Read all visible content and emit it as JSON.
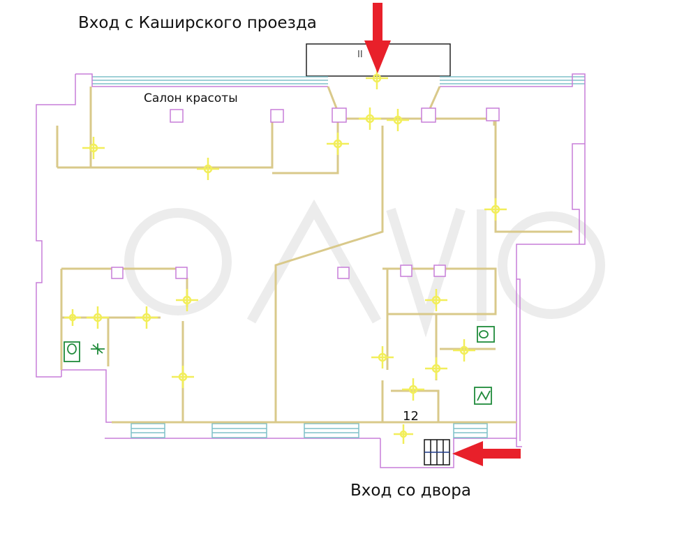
{
  "labels": {
    "entrance_top": "Вход с Каширского проезда",
    "salon": "Салон красоты",
    "room_number": "12",
    "entrance_yard": "Вход со двора",
    "vestibule_mark": "II"
  },
  "colors": {
    "wall_outer": "#c77dd8",
    "wall_inner": "#d9c98a",
    "window": "#7ec0c8",
    "light_fixture": "#f2ee5a",
    "arrow": "#e8202a",
    "fixture_green": "#1f8a3a",
    "watermark": "#e8e8e8"
  },
  "icons": [
    "arrow-down-icon",
    "arrow-left-icon",
    "toilet-icon",
    "sink-icon",
    "stairs-icon",
    "light-fixture-icon"
  ]
}
